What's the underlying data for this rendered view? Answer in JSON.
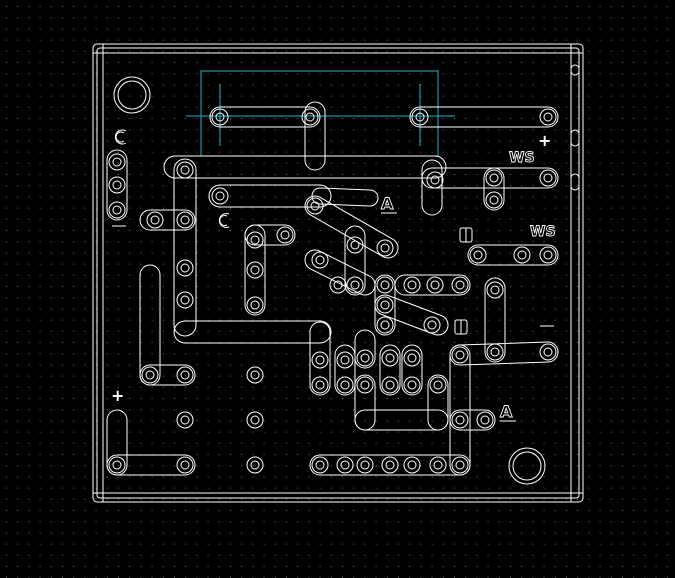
{
  "colors": {
    "background": "#000000",
    "grid_dot": "#7a7a7a",
    "outline": "#ffffff",
    "highlight": "#1fb3c6"
  },
  "labels": {
    "ws_top": "WS",
    "ws_mid": "WS",
    "a_center": "A",
    "a_right": "A",
    "plus_top": "+",
    "plus_bottom": "+"
  }
}
